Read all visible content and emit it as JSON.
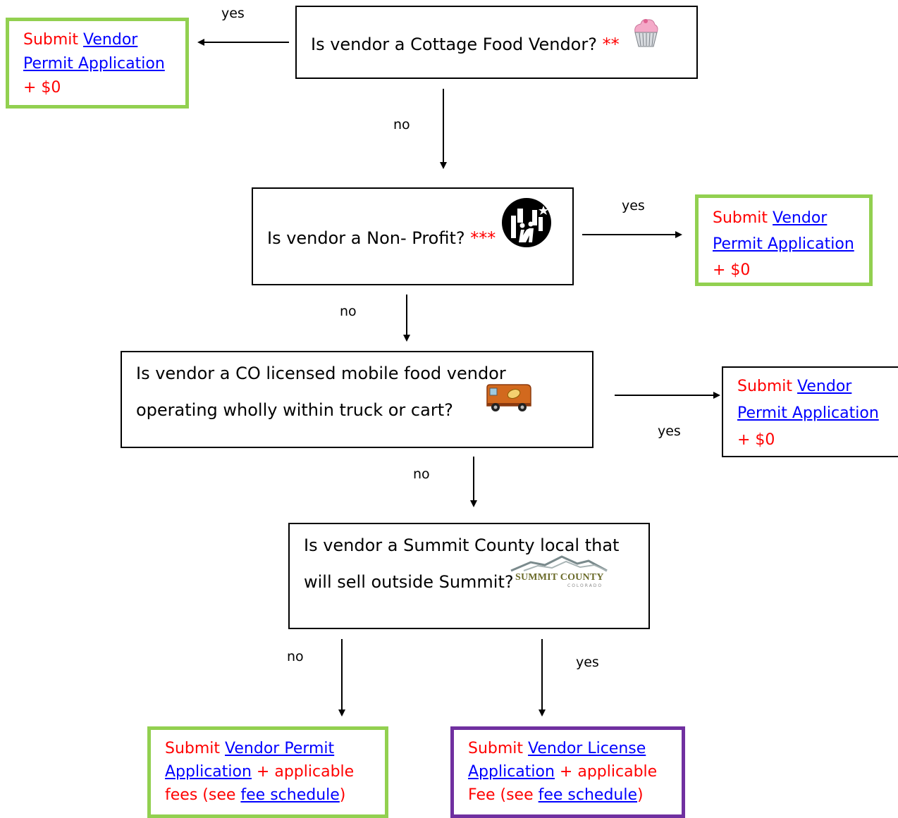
{
  "q1": {
    "text": "Is vendor a Cottage Food Vendor?",
    "stars": " **",
    "icon": "cupcake-icon"
  },
  "q2": {
    "text": "Is vendor a Non- Profit?",
    "stars": " ***",
    "icon": "non-profit-city-icon"
  },
  "q3": {
    "line1": "Is vendor a CO licensed mobile food vendor",
    "line2": "operating wholly within truck or cart?",
    "icon": "food-truck-icon"
  },
  "q4": {
    "line1": "Is vendor a Summit County local that",
    "line2": "will sell outside Summit?",
    "logo_main": "SUMMIT COUNTY",
    "logo_sub": "COLORADO"
  },
  "outcomes": {
    "o1": {
      "submit": "Submit ",
      "link1": "Vendor ",
      "link2": "Permit Application",
      "fee": "+ $0"
    },
    "o2": {
      "submit": "Submit ",
      "link1": "Vendor ",
      "link2": "Permit Application",
      "fee": "+ $0"
    },
    "o3": {
      "submit": "Submit ",
      "link1": "Vendor ",
      "link2": "Permit Application",
      "fee": "+ $0"
    },
    "o4": {
      "submit": "Submit ",
      "link1": "Vendor Permit ",
      "link2": "Application",
      "after_link2": " + applicable",
      "fees_pre": "fees (see ",
      "fee_link": "fee schedule",
      "close": ")"
    },
    "o5": {
      "submit": "Submit ",
      "link1": "Vendor License ",
      "link2": "Application",
      "after_link2": " + applicable",
      "fees_pre": "Fee (see ",
      "fee_link": "fee schedule",
      "close": ")"
    }
  },
  "edges": {
    "yes": "yes",
    "no": "no"
  },
  "colors": {
    "permit_border": "#92d050",
    "license_border": "#7030a0",
    "outcome_text": "#ff0000",
    "link": "#0000ff"
  }
}
